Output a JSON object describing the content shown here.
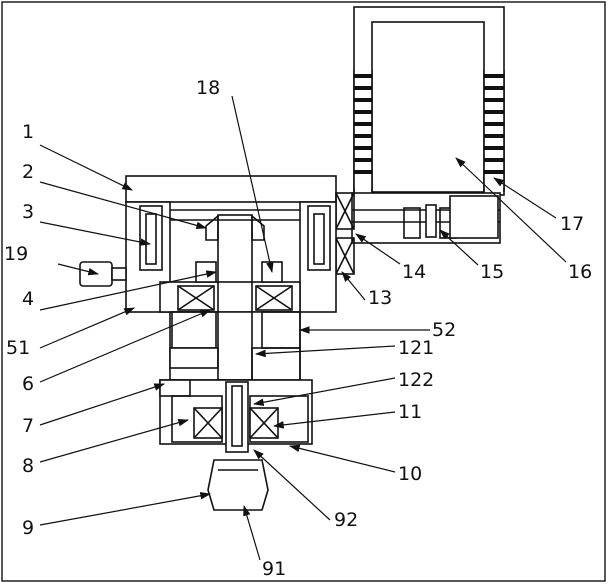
{
  "labels": {
    "l1": "1",
    "l2": "2",
    "l3": "3",
    "l4": "4",
    "l51": "51",
    "l6": "6",
    "l7": "7",
    "l8": "8",
    "l9": "9",
    "l91": "91",
    "l92": "92",
    "l10": "10",
    "l11": "11",
    "l122": "122",
    "l121": "121",
    "l52": "52",
    "l13": "13",
    "l14": "14",
    "l15": "15",
    "l16": "16",
    "l17": "17",
    "l18": "18",
    "l19": "19"
  }
}
